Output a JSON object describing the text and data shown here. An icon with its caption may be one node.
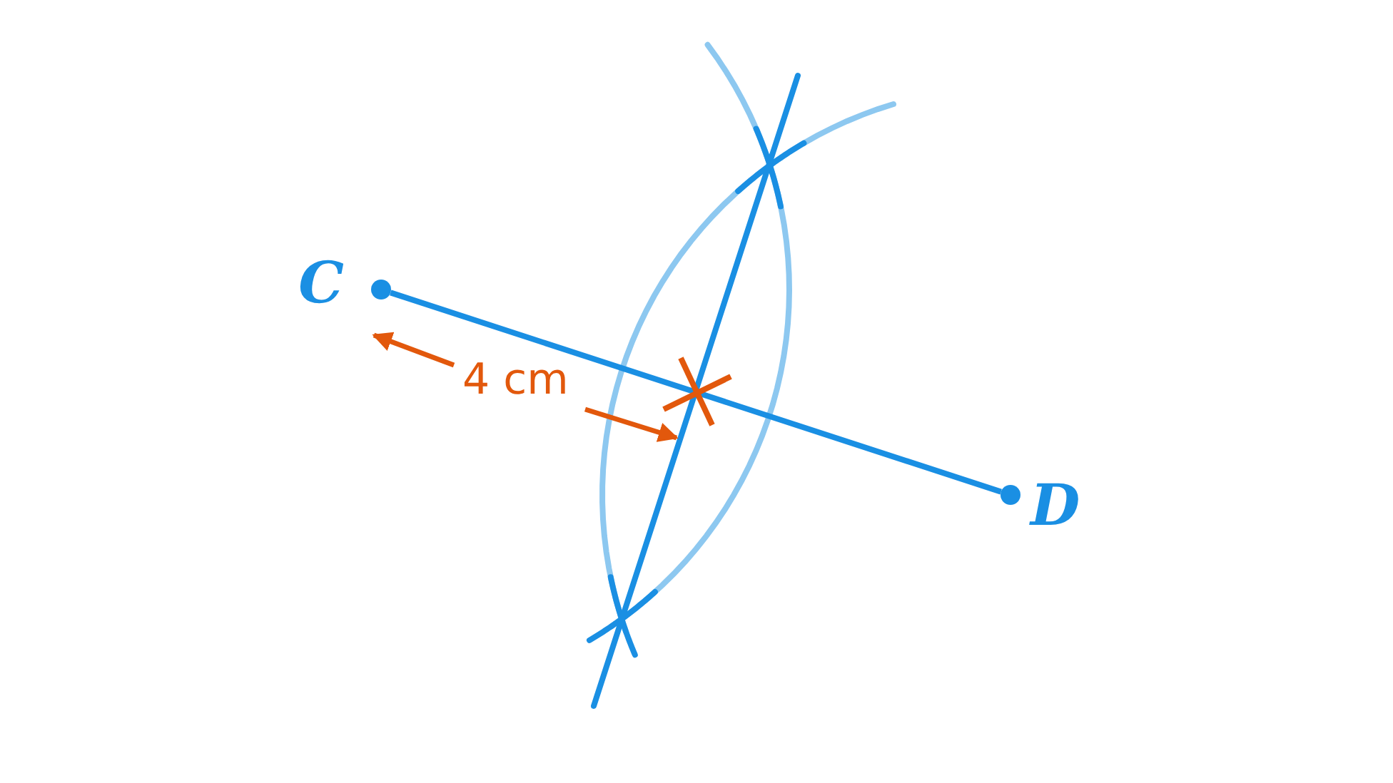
{
  "diagram": {
    "nodes": [
      {
        "text": [
          "C"
        ]
      },
      {
        "text": [
          "D"
        ]
      }
    ],
    "edges": [
      {
        "from": 0,
        "to": 1,
        "arrow": "none"
      }
    ],
    "labels": [
      "4 cm"
    ]
  }
}
